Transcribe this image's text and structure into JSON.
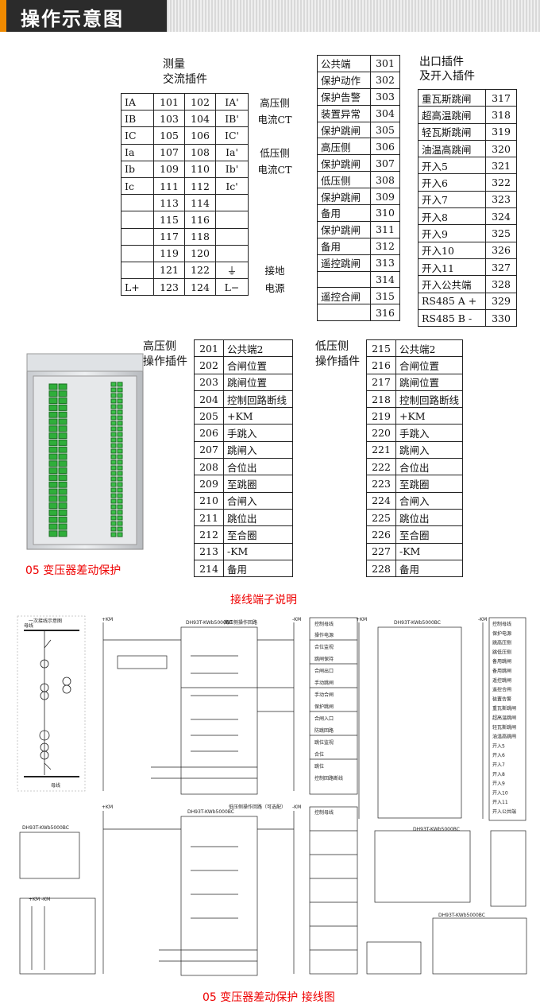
{
  "header": {
    "title": "操作示意图"
  },
  "ac_block": {
    "title_line1": "测量",
    "title_line2": "交流插件",
    "rows": [
      [
        "IA",
        "101",
        "102",
        "IA'",
        "高压侧"
      ],
      [
        "IB",
        "103",
        "104",
        "IB'",
        "电流CT"
      ],
      [
        "IC",
        "105",
        "106",
        "IC'",
        ""
      ],
      [
        "Ia",
        "107",
        "108",
        "Ia'",
        "低压侧"
      ],
      [
        "Ib",
        "109",
        "110",
        "Ib'",
        "电流CT"
      ],
      [
        "Ic",
        "111",
        "112",
        "Ic'",
        ""
      ],
      [
        "",
        "113",
        "114",
        "",
        ""
      ],
      [
        "",
        "115",
        "116",
        "",
        ""
      ],
      [
        "",
        "117",
        "118",
        "",
        ""
      ],
      [
        "",
        "119",
        "120",
        "",
        ""
      ],
      [
        "",
        "121",
        "122",
        "⏚",
        "接地"
      ],
      [
        "L+",
        "123",
        "124",
        "L−",
        "电源"
      ]
    ]
  },
  "common_block": {
    "rows": [
      [
        "公共端",
        "301"
      ],
      [
        "保护动作",
        "302"
      ],
      [
        "保护告警",
        "303"
      ],
      [
        "装置异常",
        "304"
      ],
      [
        "保护跳闸",
        "305"
      ],
      [
        "高压侧",
        "306"
      ],
      [
        "保护跳闸",
        "307"
      ],
      [
        "低压侧",
        "308"
      ],
      [
        "保护跳闸",
        "309"
      ],
      [
        "备用",
        "310"
      ],
      [
        "保护跳闸",
        "311"
      ],
      [
        "备用",
        "312"
      ],
      [
        "遥控跳闸",
        "313"
      ],
      [
        "",
        "314"
      ],
      [
        "遥控合闸",
        "315"
      ],
      [
        "",
        "316"
      ]
    ]
  },
  "io_block": {
    "title_line1": "出口插件",
    "title_line2": "及开入插件",
    "rows": [
      [
        "重瓦斯跳闸",
        "317"
      ],
      [
        "超高温跳闸",
        "318"
      ],
      [
        "轻瓦斯跳闸",
        "319"
      ],
      [
        "油温高跳闸",
        "320"
      ],
      [
        "开入5",
        "321"
      ],
      [
        "开入6",
        "322"
      ],
      [
        "开入7",
        "323"
      ],
      [
        "开入8",
        "324"
      ],
      [
        "开入9",
        "325"
      ],
      [
        "开入10",
        "326"
      ],
      [
        "开入11",
        "327"
      ],
      [
        "开入公共端",
        "328"
      ],
      [
        "RS485 A +",
        "329"
      ],
      [
        "RS485 B -",
        "330"
      ]
    ]
  },
  "hv_block": {
    "title_line1": "高压侧",
    "title_line2": "操作插件",
    "rows": [
      [
        "201",
        "公共端2"
      ],
      [
        "202",
        "合闸位置"
      ],
      [
        "203",
        "跳闸位置"
      ],
      [
        "204",
        "控制回路断线"
      ],
      [
        "205",
        "+KM"
      ],
      [
        "206",
        "手跳入"
      ],
      [
        "207",
        "跳闸入"
      ],
      [
        "208",
        "合位出"
      ],
      [
        "209",
        "至跳圈"
      ],
      [
        "210",
        "合闸入"
      ],
      [
        "211",
        "跳位出"
      ],
      [
        "212",
        "至合圈"
      ],
      [
        "213",
        "-KM"
      ],
      [
        "214",
        "备用"
      ]
    ]
  },
  "lv_block": {
    "title_line1": "低压侧",
    "title_line2": "操作插件",
    "rows": [
      [
        "215",
        "公共端2"
      ],
      [
        "216",
        "合闸位置"
      ],
      [
        "217",
        "跳闸位置"
      ],
      [
        "218",
        "控制回路断线"
      ],
      [
        "219",
        "+KM"
      ],
      [
        "220",
        "手跳入"
      ],
      [
        "221",
        "跳闸入"
      ],
      [
        "222",
        "合位出"
      ],
      [
        "223",
        "至跳圈"
      ],
      [
        "224",
        "合闸入"
      ],
      [
        "225",
        "跳位出"
      ],
      [
        "226",
        "至合圈"
      ],
      [
        "227",
        "-KM"
      ],
      [
        "228",
        "备用"
      ]
    ]
  },
  "labels": {
    "product_caption": "05  变压器差动保护",
    "terminal_caption": "接线端子说明",
    "wiring_caption": "05  变压器差动保护  接线图"
  },
  "wiring": {
    "one_line_title": "一次接线示意图",
    "bus": "母线",
    "model": "DH93T-KWb5000BC",
    "hv_circuit_title": "高压侧操作回路",
    "lv_circuit_title": "低压侧操作回路（可选配）",
    "plus_km": "+KM",
    "minus_km": "-KM",
    "ctrl_bus": "控制母线",
    "right_col": [
      "操作电源",
      "合位监视",
      "跳闸保持",
      "合闸出口",
      "手动跳闸",
      "手动合闸",
      "保护跳闸",
      "合闸入口",
      "防跳回路",
      "跳位监视",
      "合位",
      "跳位",
      "控制回路断线"
    ],
    "io_col": [
      "控制母线",
      "保护电源",
      "跳高压侧",
      "跳低压侧",
      "备用跳闸",
      "备用跳闸",
      "遥控跳闸",
      "遥控合闸",
      "装置告警",
      "重瓦斯跳闸",
      "超高温跳闸",
      "轻瓦斯跳闸",
      "油温高跳闸",
      "开入5",
      "开入6",
      "开入7",
      "开入8",
      "开入9",
      "开入10",
      "开入11",
      "开入公共端"
    ]
  }
}
